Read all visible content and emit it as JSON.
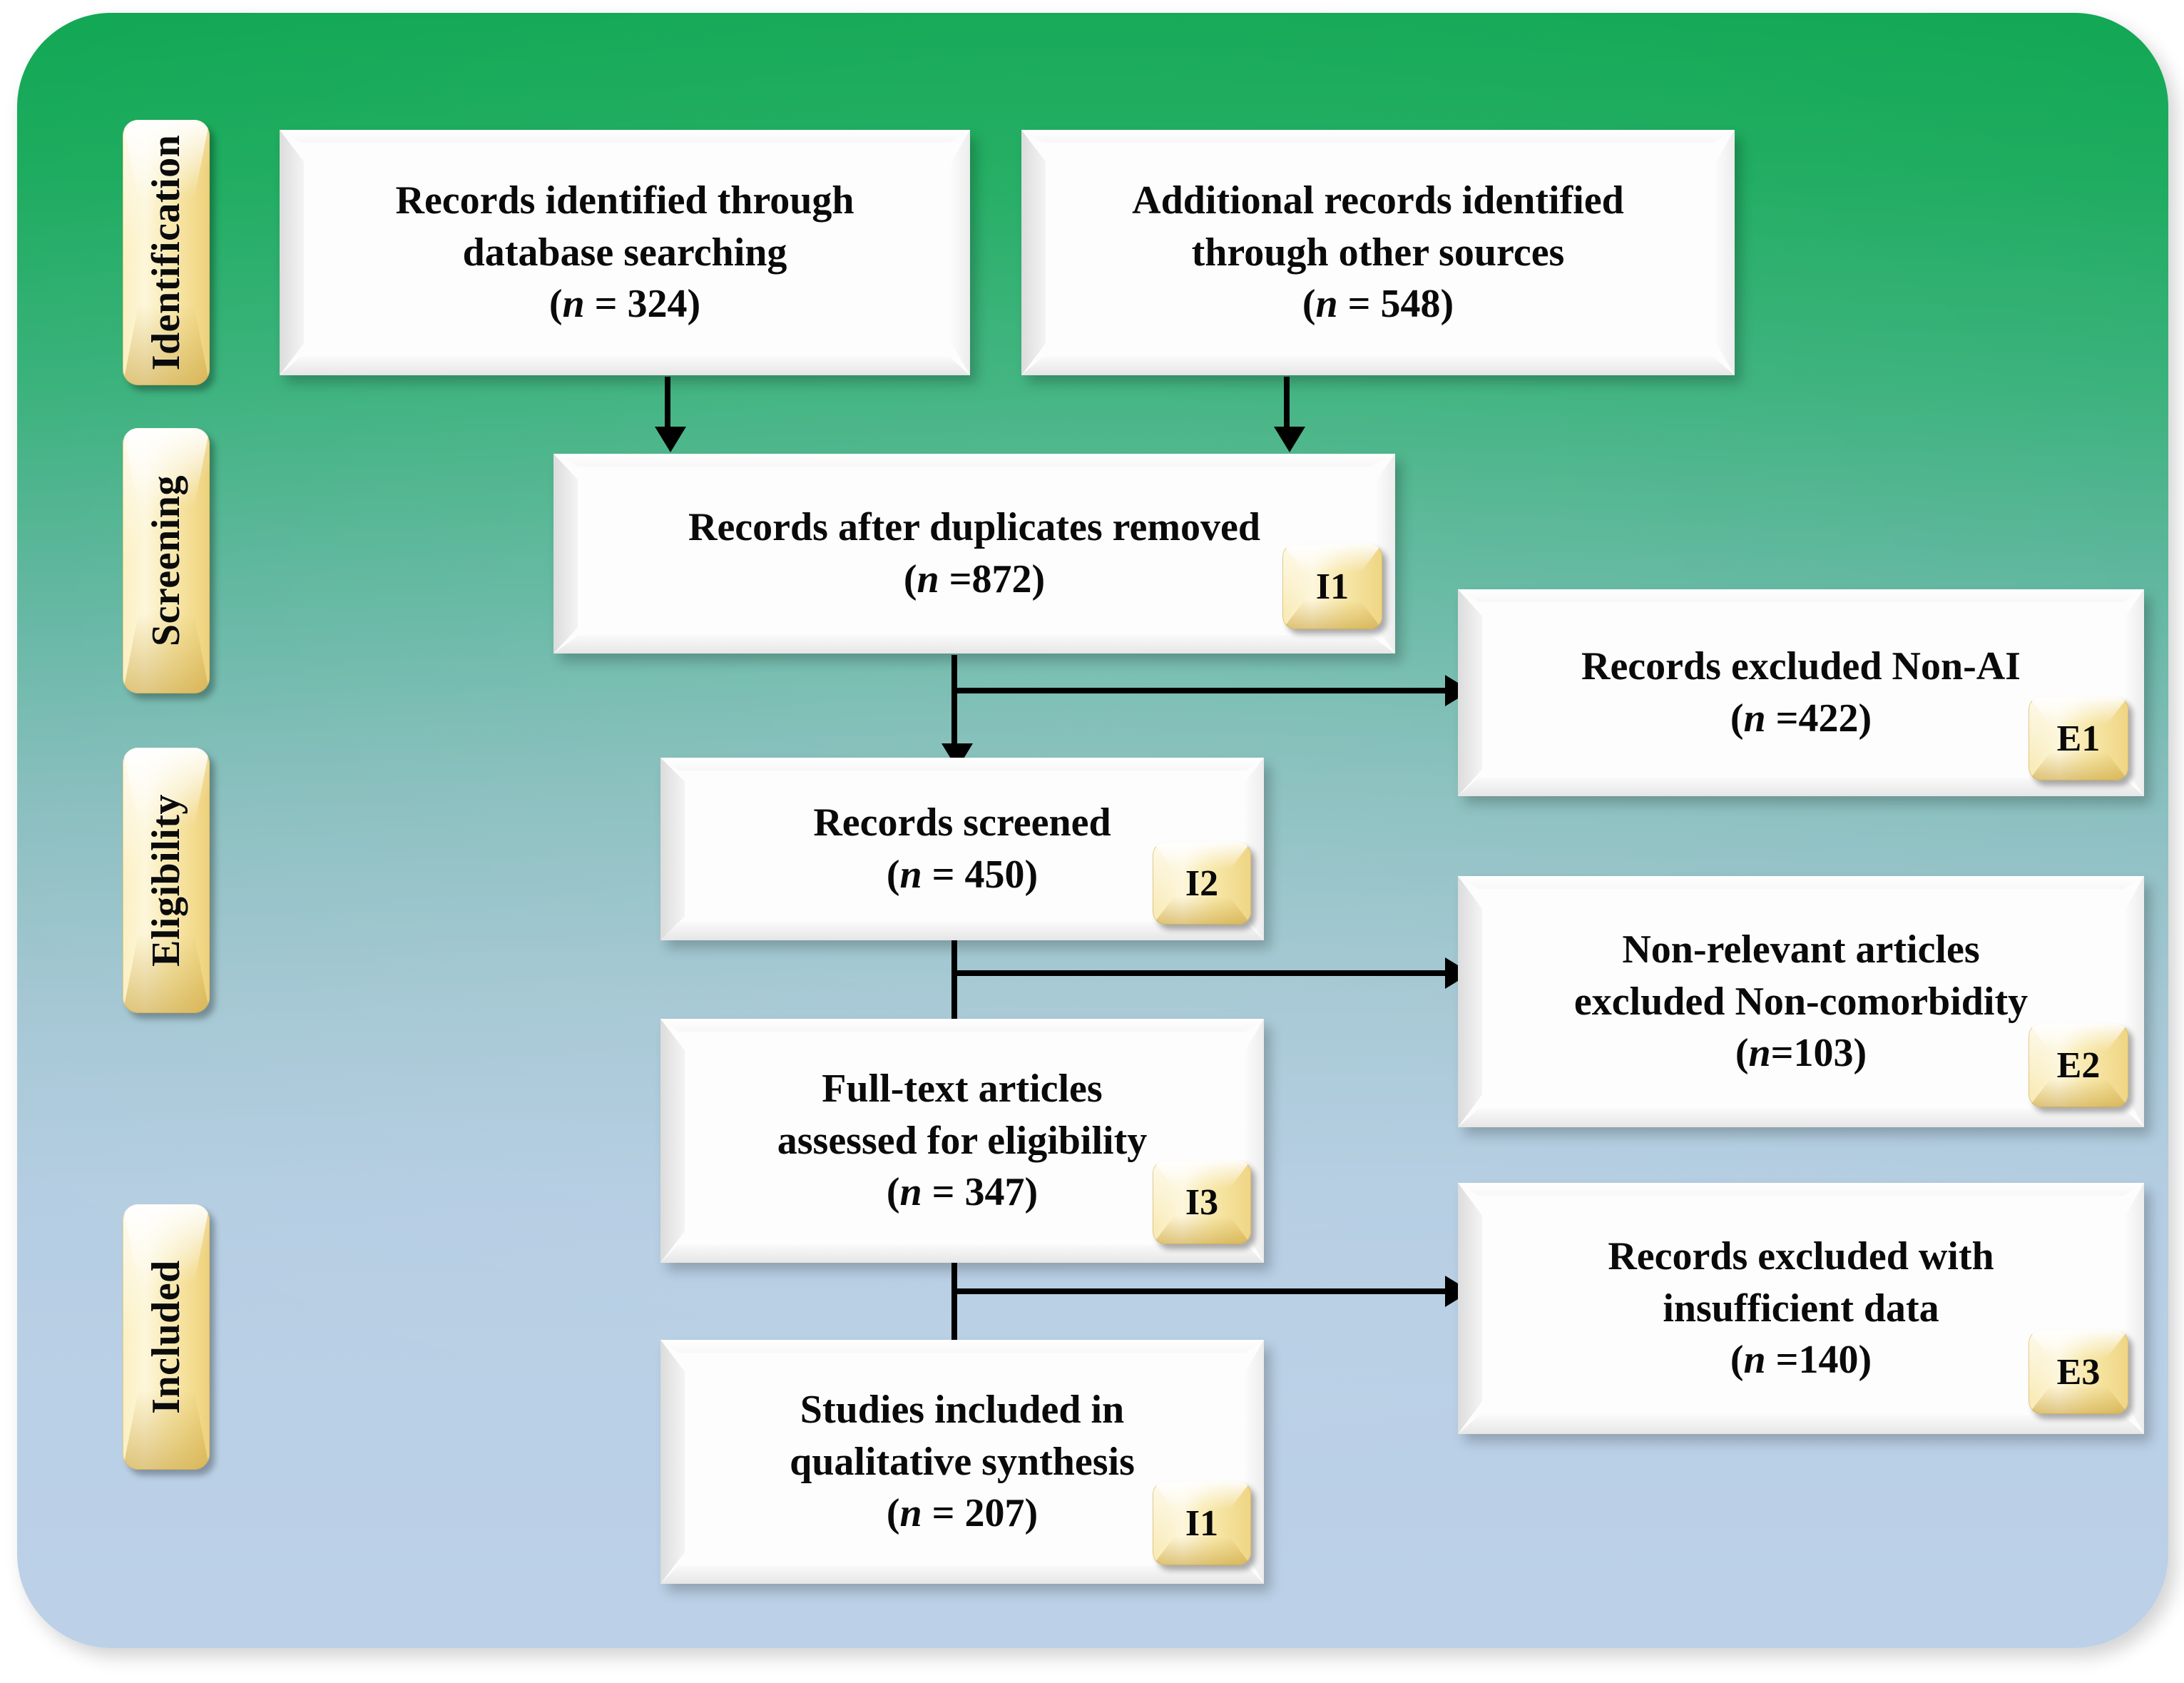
{
  "diagram": {
    "type": "prisma-flow-diagram",
    "background": {
      "gradient_top": "#12A855",
      "gradient_bottom": "#BCD1E7",
      "shape": "rounded-rectangle"
    },
    "accent_badge_color": "#F7E7A8",
    "box_fill": "#FDFDFD",
    "connector_color": "#000000"
  },
  "stages": [
    {
      "label": "Identification"
    },
    {
      "label": "Screening"
    },
    {
      "label": "Eligibility"
    },
    {
      "label": "Included"
    }
  ],
  "nodes": {
    "identified_db": {
      "lines": [
        "Records identified through",
        "database searching"
      ],
      "count_label": "(n = 324)",
      "n": 324,
      "badge": null
    },
    "identified_other": {
      "lines": [
        "Additional records identified",
        "through other sources"
      ],
      "count_label": "(n = 548)",
      "n": 548,
      "badge": null
    },
    "duplicates_removed": {
      "lines": [
        "Records after duplicates removed"
      ],
      "count_label": "(n =872)",
      "n": 872,
      "badge": "I1"
    },
    "records_screened": {
      "lines": [
        "Records screened"
      ],
      "count_label": "(n = 450)",
      "n": 450,
      "badge": "I2"
    },
    "fulltext_assessed": {
      "lines": [
        "Full-text articles",
        "assessed for eligibility"
      ],
      "count_label": "(n = 347)",
      "n": 347,
      "badge": "I3"
    },
    "studies_included": {
      "lines": [
        "Studies included in",
        "qualitative synthesis"
      ],
      "count_label": "(n = 207)",
      "n": 207,
      "badge": "I1"
    },
    "excluded_nonai": {
      "lines": [
        "Records excluded Non-AI"
      ],
      "count_label": "(n =422)",
      "n": 422,
      "badge": "E1"
    },
    "excluded_noncomorbidity": {
      "lines": [
        "Non-relevant articles",
        "excluded Non-comorbidity"
      ],
      "count_label": "(n=103)",
      "n": 103,
      "badge": "E2"
    },
    "excluded_insufficient": {
      "lines": [
        "Records excluded with",
        "insufficient data"
      ],
      "count_label": "(n =140)",
      "n": 140,
      "badge": "E3"
    }
  }
}
